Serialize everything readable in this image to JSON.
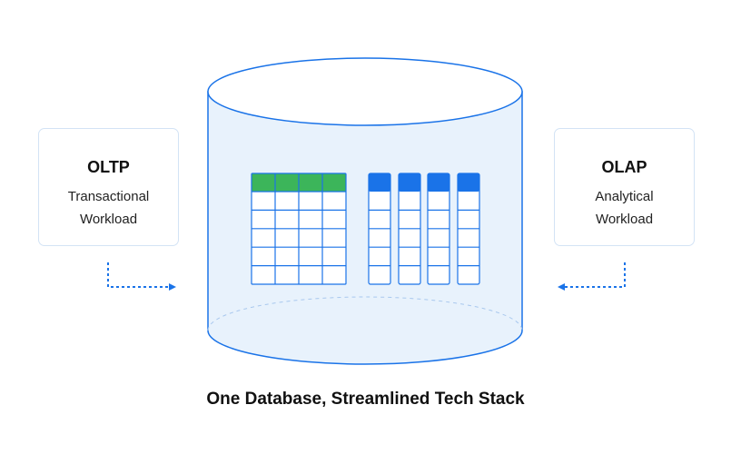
{
  "oltp": {
    "title": "OLTP",
    "subtitle_line1": "Transactional",
    "subtitle_line2": "Workload"
  },
  "olap": {
    "title": "OLAP",
    "subtitle_line1": "Analytical",
    "subtitle_line2": "Workload"
  },
  "caption": "One Database, Streamlined Tech Stack",
  "colors": {
    "cylinder_stroke": "#1a73e8",
    "cylinder_fill": "#e8f2fc",
    "row_header": "#3cb55a",
    "column_header": "#1a73e8",
    "grid_line": "#1a73e8",
    "card_border": "#d3e3f5",
    "arrow": "#1a73e8"
  }
}
